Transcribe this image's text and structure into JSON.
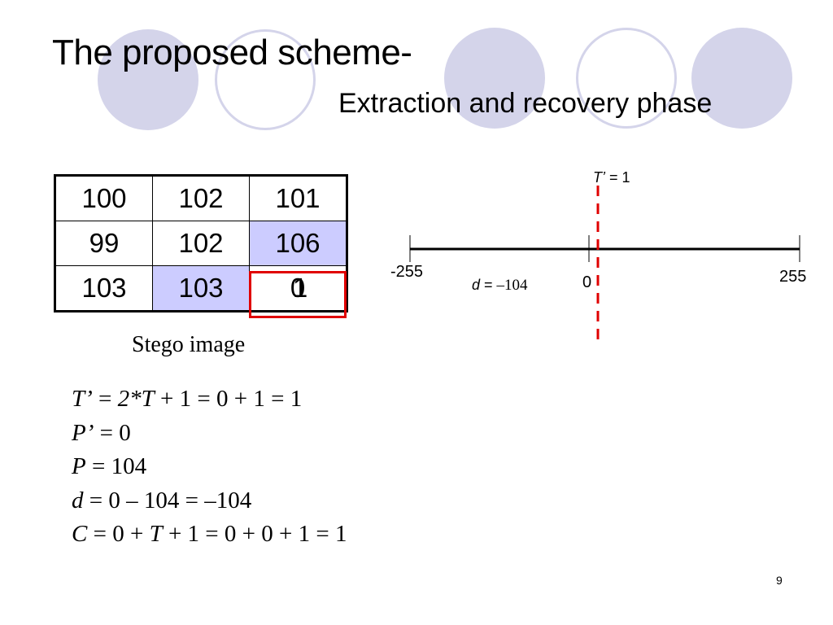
{
  "slide": {
    "title": "The proposed scheme-",
    "subtitle": "Extraction and recovery phase",
    "page_number": "9"
  },
  "decor": {
    "circle_fill_color": "#d4d4ea"
  },
  "stego_table": {
    "rows": [
      [
        "100",
        "102",
        "101"
      ],
      [
        "99",
        "102",
        "106"
      ],
      [
        "103",
        "103",
        ""
      ]
    ],
    "overlap_cell_a": "0",
    "overlap_cell_b": "1",
    "highlight_color": "#ccccff",
    "box_color": "#e00000",
    "caption": "Stego image"
  },
  "number_line": {
    "min_label": "-255",
    "max_label": "255",
    "zero_label": "0",
    "d_var": "d",
    "d_rest": " = ",
    "d_value": "–104",
    "t_var": "T’",
    "t_rest": " = 1"
  },
  "equations": [
    [
      {
        "t": "T’",
        "i": true
      },
      {
        "t": " = ",
        "i": false
      },
      {
        "t": "2*T",
        "i": true
      },
      {
        "t": " + 1 = 0 + 1 = 1",
        "i": false
      }
    ],
    [
      {
        "t": "P’",
        "i": true
      },
      {
        "t": " = 0",
        "i": false
      }
    ],
    [
      {
        "t": "P",
        "i": true
      },
      {
        "t": " = 104",
        "i": false
      }
    ],
    [
      {
        "t": "d",
        "i": true
      },
      {
        "t": " = 0 – 104 = –104",
        "i": false
      }
    ],
    [
      {
        "t": "C",
        "i": true
      },
      {
        "t": " = 0 + ",
        "i": false
      },
      {
        "t": "T",
        "i": true
      },
      {
        "t": " + 1 = 0 + 0 + 1 = 1",
        "i": false
      }
    ]
  ]
}
